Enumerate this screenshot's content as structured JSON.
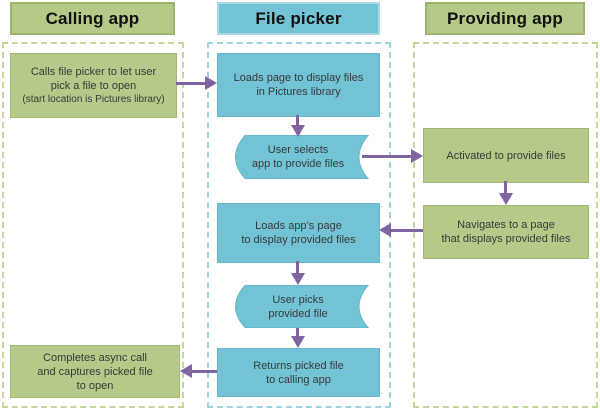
{
  "columns": {
    "calling": {
      "header": "Calling app"
    },
    "picker": {
      "header": "File picker"
    },
    "providing": {
      "header": "Providing app"
    }
  },
  "nodes": {
    "calls_file_picker": {
      "lines": [
        "Calls file picker to let user",
        "pick a file to open",
        "(start location is Pictures library)"
      ]
    },
    "loads_pictures_page": {
      "lines": [
        "Loads page to display files",
        "in Pictures library"
      ]
    },
    "user_selects_app": {
      "lines": [
        "User selects",
        "app to provide files"
      ]
    },
    "activated": {
      "lines": [
        "Activated to provide files"
      ]
    },
    "navigates_page": {
      "lines": [
        "Navigates to a page",
        "that displays provided files"
      ]
    },
    "loads_app_page": {
      "lines": [
        "Loads app’s page",
        "to display provided files"
      ]
    },
    "user_picks_file": {
      "lines": [
        "User picks",
        "provided file"
      ]
    },
    "returns_file": {
      "lines": [
        "Returns picked file",
        "to calling app"
      ]
    },
    "completes_call": {
      "lines": [
        "Completes async call",
        "and captures picked file",
        "to open"
      ]
    }
  },
  "colors": {
    "green_fill": "#b5ca89",
    "green_border": "#9cb36b",
    "blue_fill": "#72c3d5",
    "blue_border": "#66b8cb",
    "arrow_purple": "#8064a2",
    "dashed_green": "#c3d69b",
    "dashed_blue": "#9ed3e0"
  }
}
